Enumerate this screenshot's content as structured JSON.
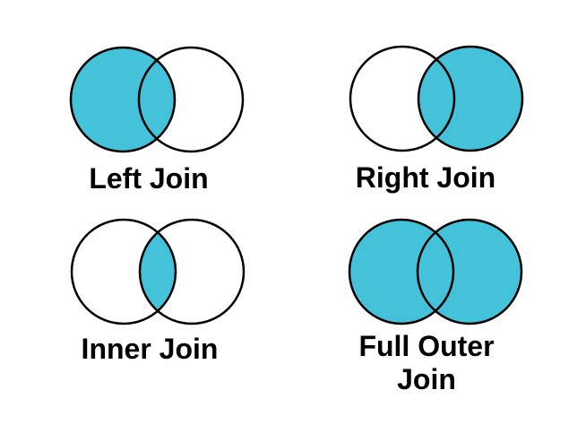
{
  "figure": {
    "background_color": "#ffffff",
    "outline_color": "#000000",
    "fill_color": "#44c2d9",
    "label_color": "#000000"
  },
  "diagrams": [
    {
      "label": "Left Join",
      "shaded_region": "left circle including intersection"
    },
    {
      "label": "Right Join",
      "shaded_region": "right circle including intersection"
    },
    {
      "label": "Inner Join",
      "shaded_region": "intersection only"
    },
    {
      "label": "Full Outer Join",
      "shaded_region": "both circles"
    }
  ]
}
